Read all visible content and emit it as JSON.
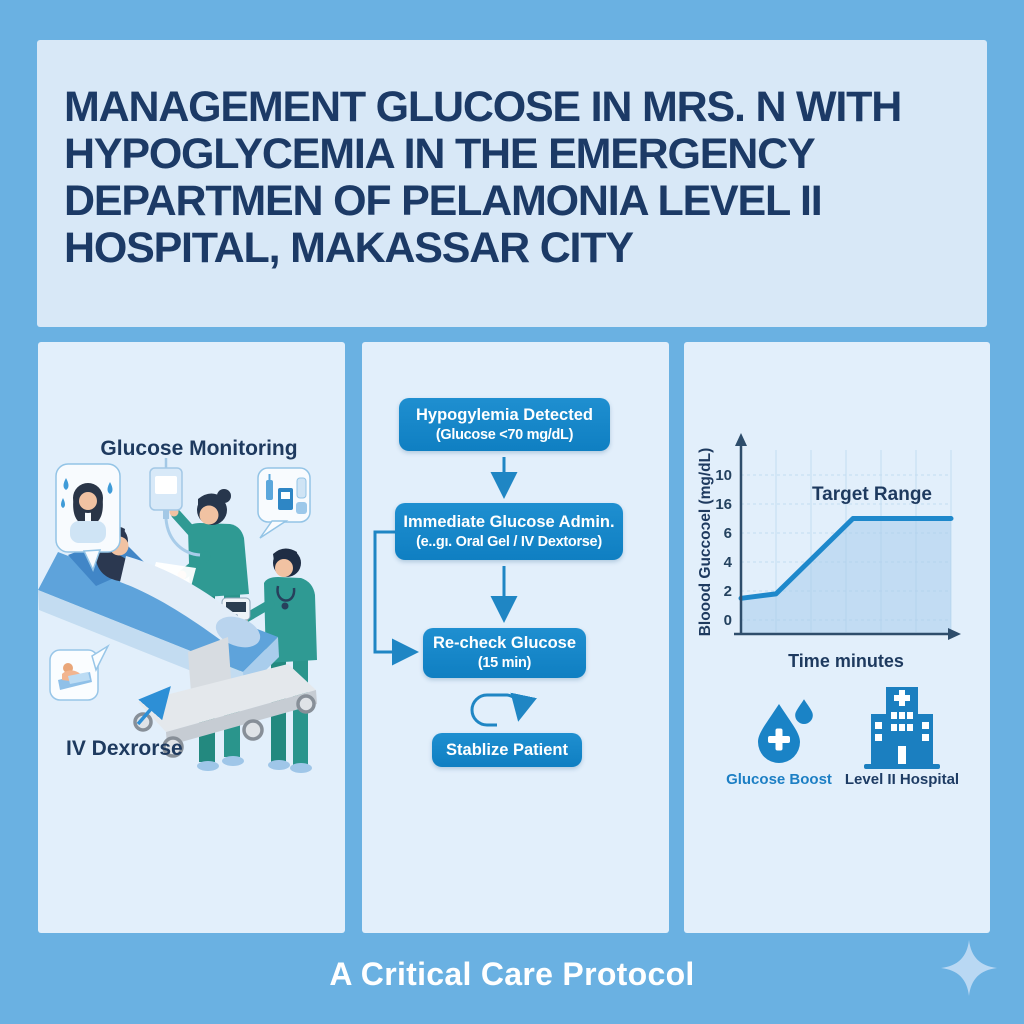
{
  "page": {
    "background_color": "#6ab1e2",
    "panel_color": "#e2effb",
    "accent_blue": "#1286c8",
    "navy_text": "#1c3a66"
  },
  "title": {
    "lines": [
      "MANAGEMENT GLUCOSE IN MRS. N WITH",
      "HYPOGLYCEMIA IN THE EMERGENCY",
      "DEPARTMEN OF PELAMONIA LEVEL II",
      "HOSPITAL, MAKASSAR CITY"
    ]
  },
  "illustration": {
    "heading": "Glucose Monitoring",
    "label": "IV Dexrorse"
  },
  "flowchart": {
    "steps": [
      {
        "line1": "Hypogylemia Detected",
        "line2": "(Glucose <70 mg/dL)"
      },
      {
        "line1": "Immediate Glucose Admin.",
        "line2": "(e..gı. Oral Gel / IV Dextorse)"
      },
      {
        "line1": "Re-check Glucose",
        "line2": "(15 min)"
      },
      {
        "line1": "Stablize Patient",
        "line2": ""
      }
    ]
  },
  "chart_data": {
    "type": "area",
    "title": "",
    "annotation": "Target Range",
    "xlabel": "Time minutes",
    "ylabel": "Bloood Guccoɔel (mg/dL)",
    "yticks_top_to_bottom": [
      "10",
      "16",
      "6",
      "4",
      "2",
      "0"
    ],
    "x": [
      0,
      1,
      3.2,
      6
    ],
    "values": [
      1.5,
      1.8,
      7,
      7
    ],
    "xlim": [
      0,
      6
    ],
    "ylim": [
      0,
      11
    ],
    "grid": true,
    "legend_position": "none",
    "line_color": "#1e88cb",
    "fill_color": "rgba(167,204,236,0.55)"
  },
  "badges": [
    {
      "icon": "glucose-drop-icon",
      "label": "Glucose Boost",
      "label_color": "#1d7fc4"
    },
    {
      "icon": "hospital-icon",
      "label": "Level II Hospital",
      "label_color": "#1e3c64"
    }
  ],
  "footer": {
    "caption": "A Critical Care Protocol"
  }
}
